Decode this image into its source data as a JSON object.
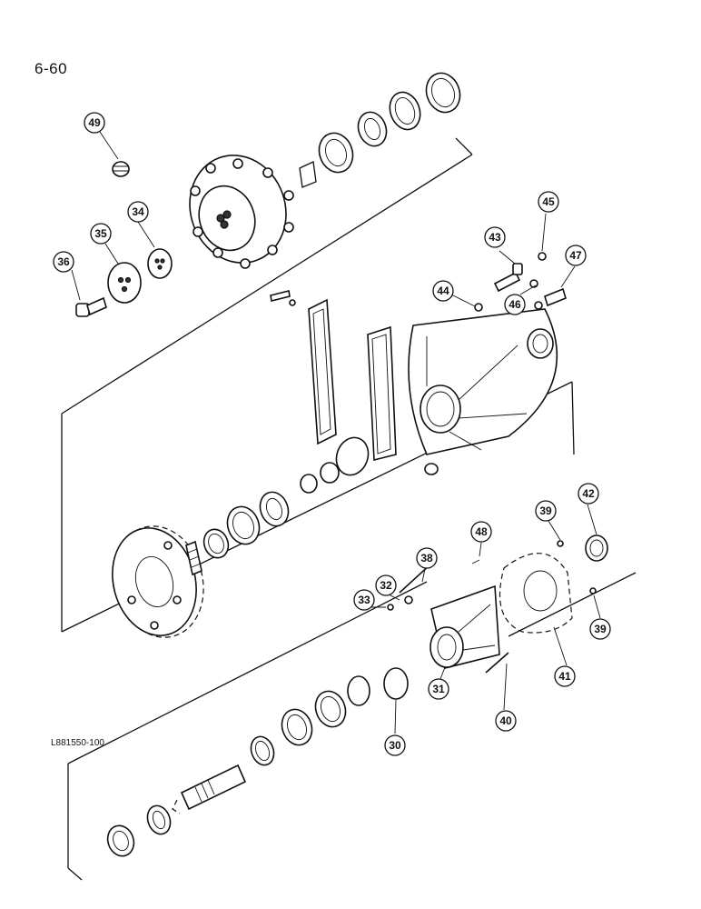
{
  "page_number": "6-60",
  "drawing_ref": "L881550-100",
  "callouts": [
    "49",
    "34",
    "35",
    "36",
    "45",
    "43",
    "47",
    "44",
    "46",
    "39",
    "42",
    "48",
    "38",
    "32",
    "33",
    "31",
    "41",
    "39",
    "40",
    "30"
  ]
}
